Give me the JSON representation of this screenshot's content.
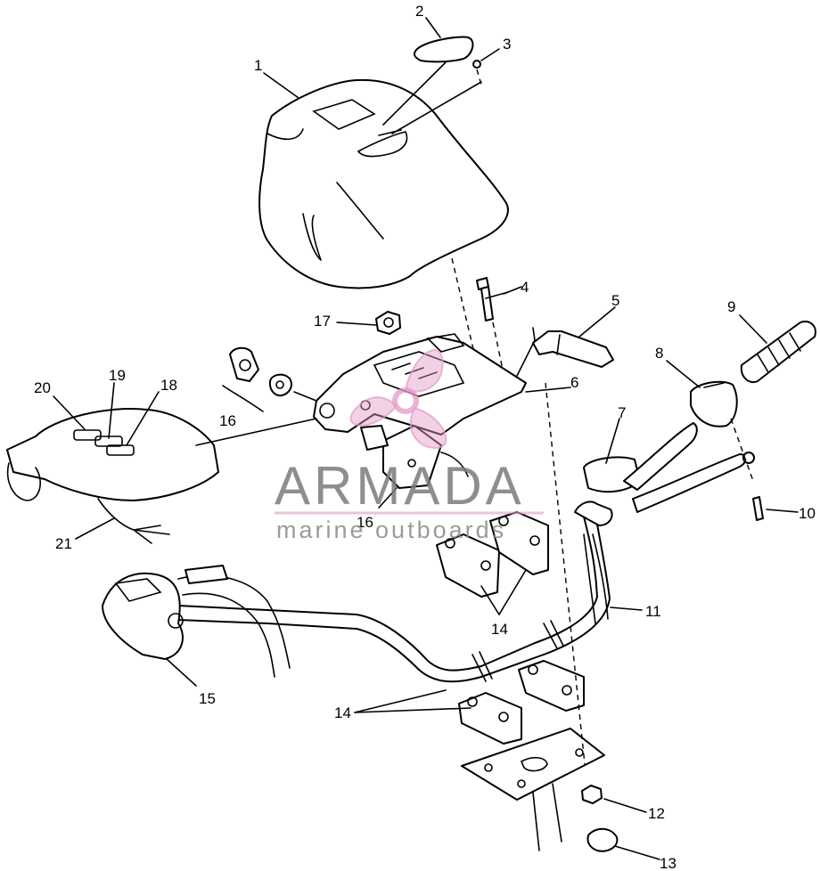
{
  "diagram": {
    "callouts": [
      {
        "id": "c1",
        "label": "1"
      },
      {
        "id": "c2",
        "label": "2"
      },
      {
        "id": "c3",
        "label": "3"
      },
      {
        "id": "c4",
        "label": "4"
      },
      {
        "id": "c5",
        "label": "5"
      },
      {
        "id": "c6",
        "label": "6"
      },
      {
        "id": "c7",
        "label": "7"
      },
      {
        "id": "c8",
        "label": "8"
      },
      {
        "id": "c9",
        "label": "9"
      },
      {
        "id": "c10",
        "label": "10"
      },
      {
        "id": "c11",
        "label": "11"
      },
      {
        "id": "c12",
        "label": "12"
      },
      {
        "id": "c13",
        "label": "13"
      },
      {
        "id": "c14a",
        "label": "14"
      },
      {
        "id": "c14b",
        "label": "14"
      },
      {
        "id": "c15",
        "label": "15"
      },
      {
        "id": "c16a",
        "label": "16"
      },
      {
        "id": "c16b",
        "label": "16"
      },
      {
        "id": "c17",
        "label": "17"
      },
      {
        "id": "c18",
        "label": "18"
      },
      {
        "id": "c19",
        "label": "19"
      },
      {
        "id": "c20",
        "label": "20"
      },
      {
        "id": "c21",
        "label": "21"
      }
    ]
  },
  "watermark": {
    "brand": "ARMADA",
    "tagline": "marine outboards",
    "accent_color": "#e39ac6",
    "text_color": "#7a7a7a"
  }
}
